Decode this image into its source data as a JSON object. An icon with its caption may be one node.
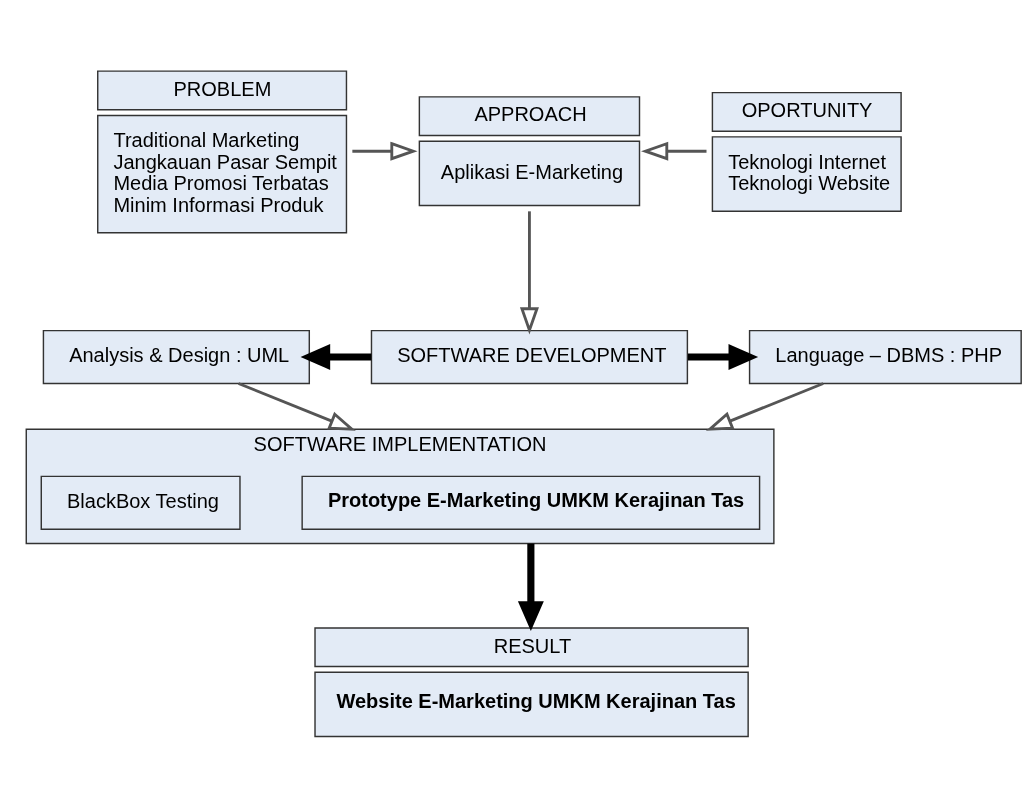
{
  "diagram": {
    "nodes": [
      {
        "text": [
          "PROBLEM",
          "Traditional Marketing",
          "Jangkauan Pasar Sempit",
          "Media Promosi Terbatas",
          "Minim Informasi Produk"
        ]
      },
      {
        "text": [
          "APPROACH",
          "Aplikasi E-Marketing"
        ]
      },
      {
        "text": [
          "OPORTUNITY",
          "Teknologi Internet",
          "Teknologi Website"
        ]
      },
      {
        "text": [
          "Analysis & Design : UML"
        ]
      },
      {
        "text": [
          "SOFTWARE DEVELOPMENT"
        ]
      },
      {
        "text": [
          "Language – DBMS : PHP"
        ]
      },
      {
        "text": [
          "SOFTWARE IMPLEMENTATION"
        ]
      },
      {
        "text": [
          "Prototype E-Marketing UMKM Kerajinan Tas"
        ],
        "in": 6
      },
      {
        "text": [
          "BlackBox Testing"
        ],
        "in": 6
      },
      {
        "text": [
          "RESULT",
          "Website E-Marketing UMKM Kerajinan Tas"
        ]
      }
    ],
    "edges": [
      {
        "from": 0,
        "to": 1,
        "arrow": "to"
      },
      {
        "from": 2,
        "to": 1,
        "arrow": "to"
      },
      {
        "from": 1,
        "to": 4,
        "arrow": "to"
      },
      {
        "from": 4,
        "to": 3,
        "arrow": "to",
        "style": "thick",
        "color": "#000000"
      },
      {
        "from": 4,
        "to": 5,
        "arrow": "to",
        "style": "thick",
        "color": "#000000"
      },
      {
        "from": 3,
        "to": 6,
        "arrow": "to"
      },
      {
        "from": 5,
        "to": 6,
        "arrow": "to"
      },
      {
        "from": 6,
        "to": 9,
        "arrow": "to",
        "style": "thick",
        "color": "#000000"
      }
    ]
  }
}
